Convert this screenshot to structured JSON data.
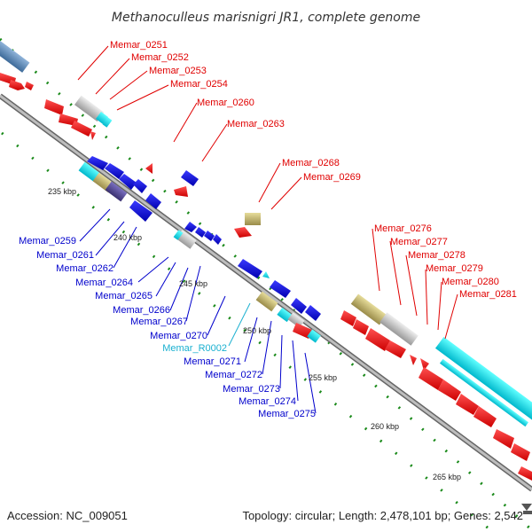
{
  "title": "Methanoculleus marisnigri JR1, complete genome",
  "footer": {
    "accession": "Accession: NC_009051",
    "topology": "Topology: circular; Length: 2,478,101 bp; Genes: 2,542"
  },
  "kbp_ticks": [
    "235 kbp",
    "240 kbp",
    "245 kbp",
    "250 kbp",
    "255 kbp",
    "260 kbp",
    "265 kbp"
  ],
  "gene_labels_red": [
    "Memar_0251",
    "Memar_0252",
    "Memar_0253",
    "Memar_0254",
    "Memar_0260",
    "Memar_0263",
    "Memar_0268",
    "Memar_0269",
    "Memar_0276",
    "Memar_0277",
    "Memar_0278",
    "Memar_0279",
    "Memar_0280",
    "Memar_0281"
  ],
  "gene_labels_blue": [
    "Memar_0259",
    "Memar_0261",
    "Memar_0262",
    "Memar_0264",
    "Memar_0265",
    "Memar_0266",
    "Memar_0267",
    "Memar_0270",
    "Memar_0271",
    "Memar_0272",
    "Memar_0273",
    "Memar_0274",
    "Memar_0275"
  ],
  "gene_labels_cyan": [
    "Memar_R0002"
  ],
  "colors": {
    "forward_cds": "#ff0000",
    "reverse_cds": "#0000ee",
    "rna": "#00e5ee",
    "gray_feature": "#bbbbbb",
    "khaki_feature": "#c8bb78",
    "backbone": "#999999",
    "gc_ticks": "#008800"
  }
}
